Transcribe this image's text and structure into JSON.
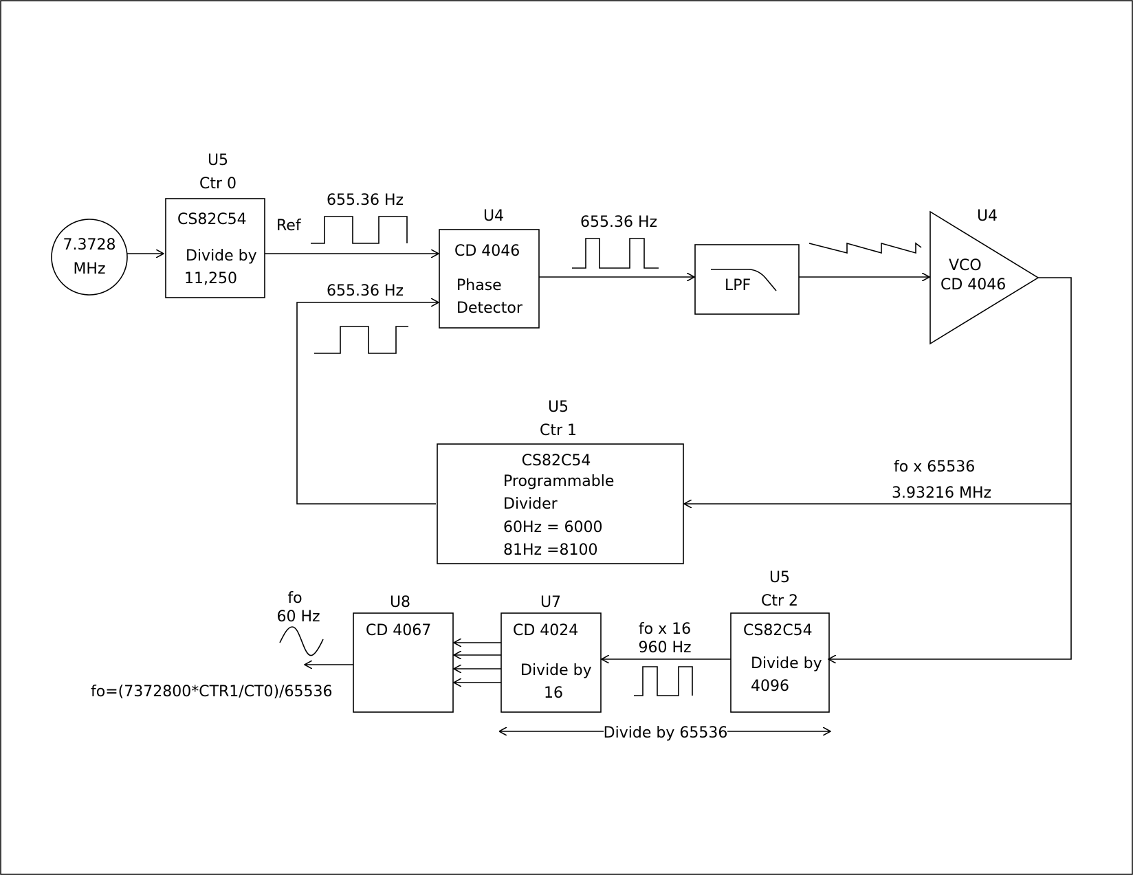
{
  "oscillator": {
    "line1": "7.3728",
    "line2": "MHz"
  },
  "ctr0": {
    "chip": "U5",
    "counter": "Ctr 0",
    "part": "CS82C54",
    "line1": "Divide by",
    "line2": "11,250"
  },
  "ref_label": "Ref",
  "ref_freq": "655.36 Hz",
  "phase_detector": {
    "chip": "U4",
    "part": "CD 4046",
    "line1": "Phase",
    "line2": "Detector"
  },
  "pd_out_freq": "655.36 Hz",
  "feedback_freq": "655.36 Hz",
  "lpf": {
    "label": "LPF"
  },
  "vco": {
    "chip": "U4",
    "line1": "VCO",
    "line2": "CD 4046"
  },
  "ctr1": {
    "chip": "U5",
    "counter": "Ctr 1",
    "part": "CS82C54",
    "line1": "Programmable",
    "line2": "Divider",
    "line3": "60Hz = 6000",
    "line4": "81Hz =8100"
  },
  "vco_out": {
    "line1": "fo x 65536",
    "line2": "3.93216 MHz"
  },
  "ctr2": {
    "chip": "U5",
    "counter": "Ctr 2",
    "part": "CS82C54",
    "line1": "Divide by",
    "line2": "4096"
  },
  "ctr2_out": {
    "line1": "fo x 16",
    "line2": "960 Hz"
  },
  "u7": {
    "chip": "U7",
    "part": "CD 4024",
    "line1": "Divide by",
    "line2": "16"
  },
  "u8": {
    "chip": "U8",
    "part": "CD 4067"
  },
  "output": {
    "line1": "fo",
    "line2": "60 Hz",
    "formula": "fo=(7372800*CTR1/CT0)/65536"
  },
  "divide_total": "Divide by 65536"
}
